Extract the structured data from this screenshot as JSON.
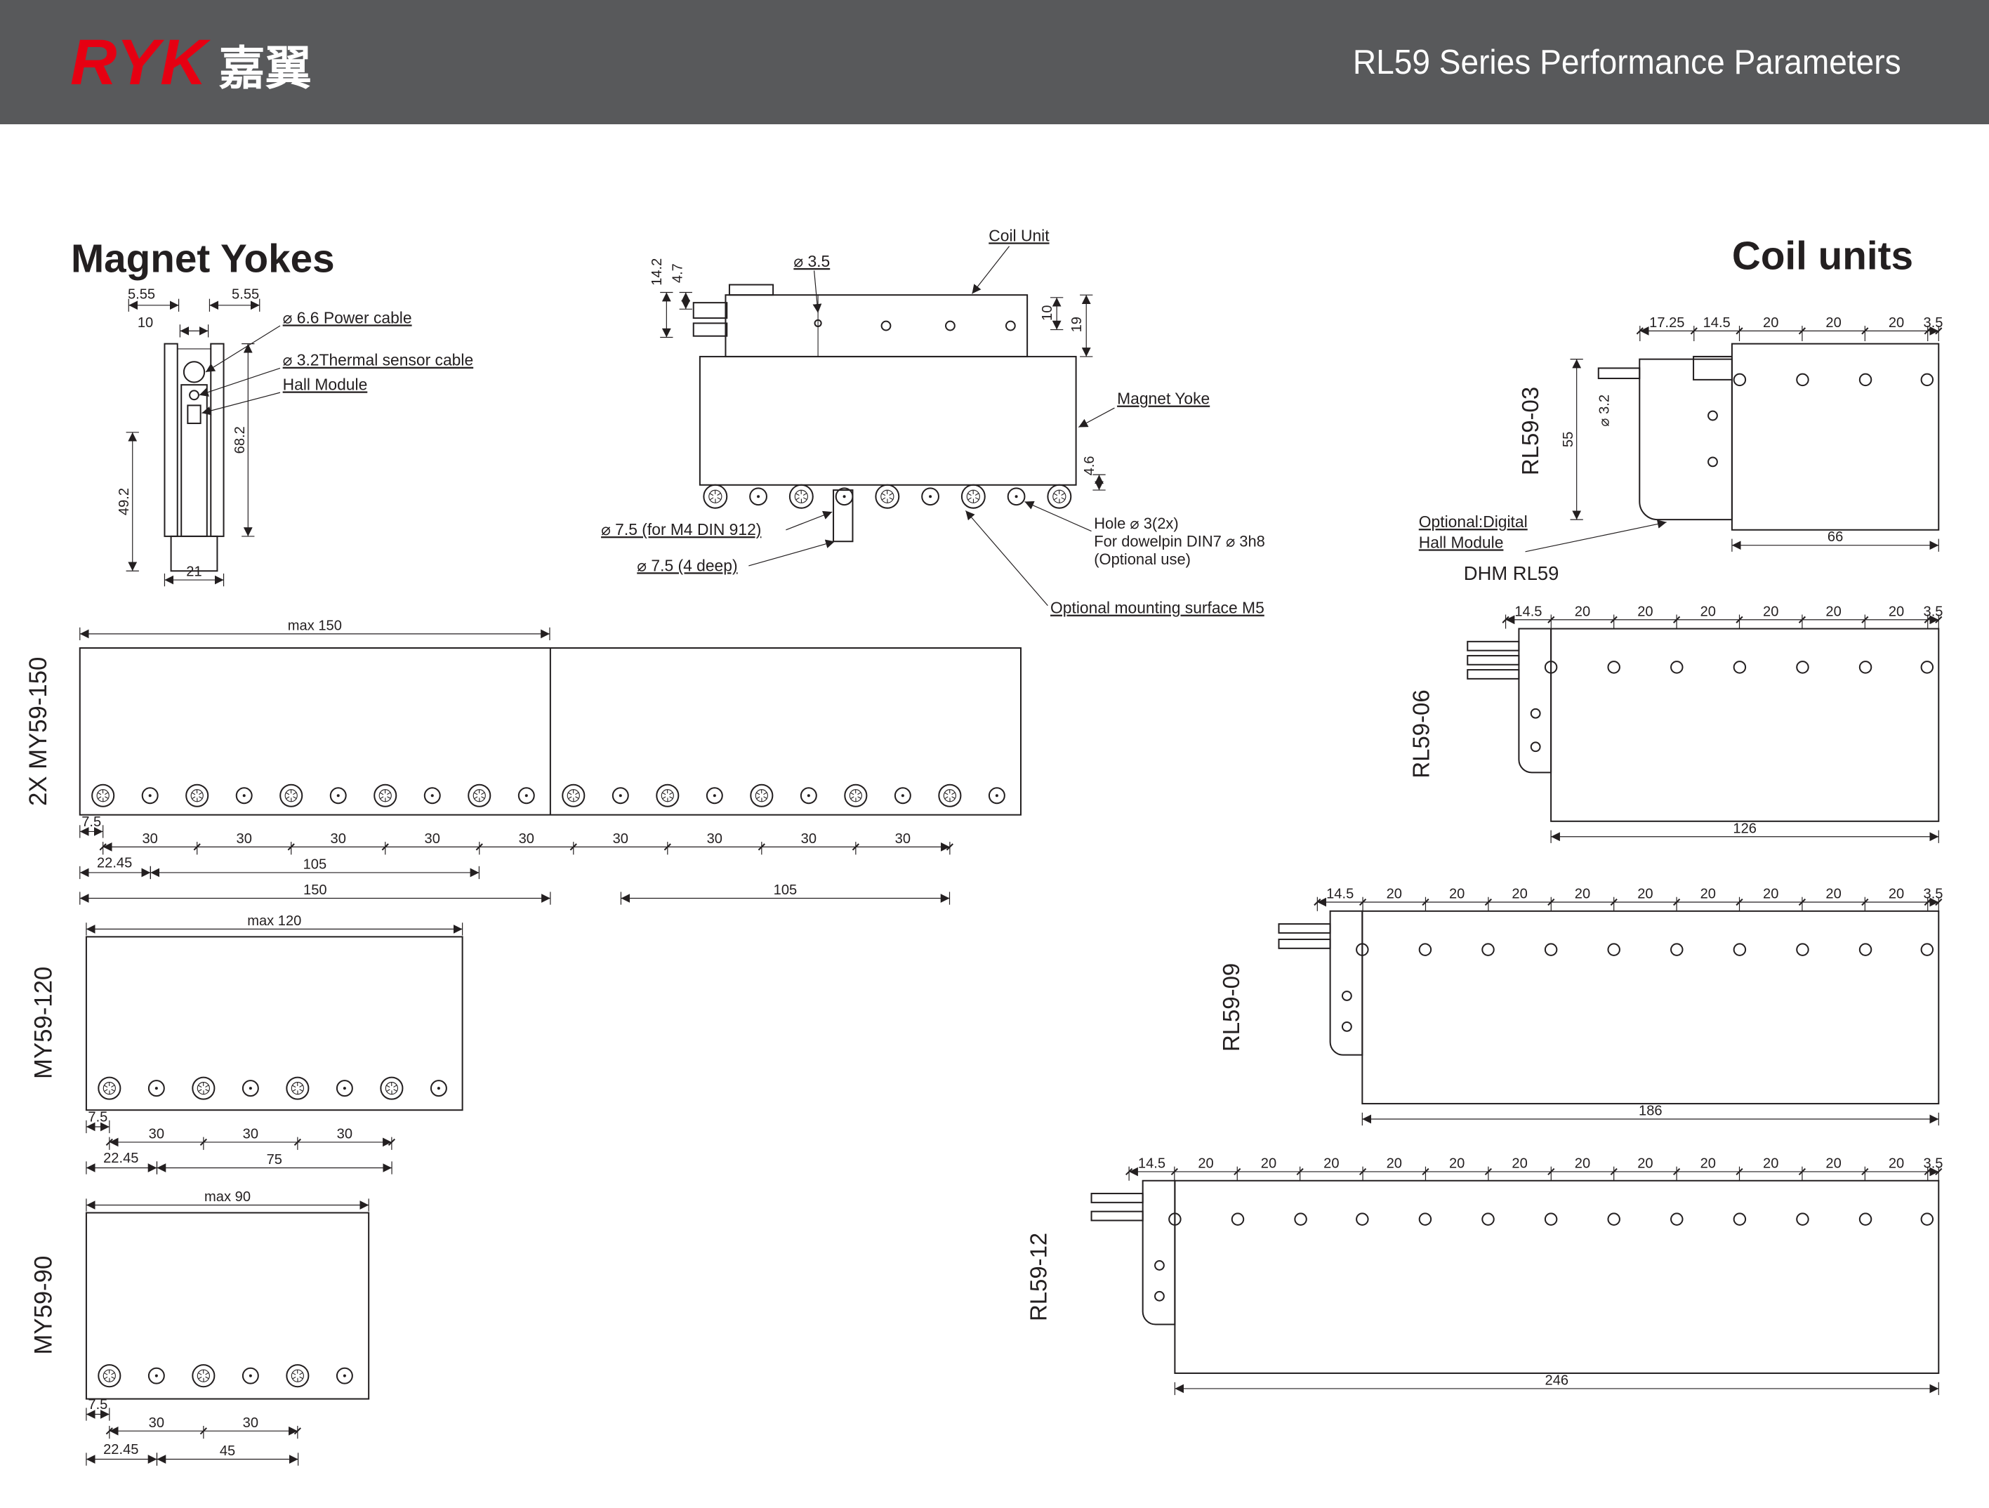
{
  "colors": {
    "header_bg": "#58595b",
    "logo_red": "#e60012",
    "line": "#231f20",
    "page_bg": "#ffffff"
  },
  "header": {
    "logo_latin": "RYK",
    "logo_cjk": "嘉翼",
    "title": "RL59 Series Performance Parameters"
  },
  "sections": {
    "magnet_yokes": "Magnet Yokes",
    "coil_units": "Coil units"
  },
  "yoke_section": {
    "dim_left_555": "5.55",
    "dim_right_555": "5.55",
    "dim_10": "10",
    "label_power": "⌀ 6.6 Power cable",
    "label_thermal": "⌀ 3.2Thermal sensor cable",
    "label_hall": "Hall Module",
    "dim_682": "68.2",
    "dim_492": "49.2",
    "dim_21": "21"
  },
  "assembly": {
    "label_coil_unit": "Coil Unit",
    "label_magnet_yoke": "Magnet Yoke",
    "dim_142": "14.2",
    "dim_47": "4.7",
    "dim_d35": "⌀ 3.5",
    "dim_10": "10",
    "dim_19": "19",
    "dim_46": "4.6",
    "label_m4": "⌀ 7.5  (for M4 DIN 912)",
    "label_4deep": "⌀ 7.5  (4 deep)",
    "label_hole_1": "Hole ⌀ 3(2x)",
    "label_hole_2": "For dowelpin DIN7 ⌀ 3h8",
    "label_hole_3": "(Optional use)",
    "label_mounting": "Optional mounting surface M5"
  },
  "magnet_yokes": {
    "my150": {
      "name": "2X MY59-150",
      "max": "max 150",
      "d75": "7.5",
      "pitch": [
        "30",
        "30",
        "30",
        "30",
        "30",
        "30",
        "30",
        "30",
        "30"
      ],
      "d2245": "22.45",
      "d105a": "105",
      "d150": "150",
      "d105b": "105"
    },
    "my120": {
      "name": "MY59-120",
      "max": "max 120",
      "d75": "7.5",
      "pitch": [
        "30",
        "30",
        "30"
      ],
      "d2245": "22.45",
      "d75b": "75"
    },
    "my90": {
      "name": "MY59-90",
      "max": "max 90",
      "d75": "7.5",
      "pitch": [
        "30",
        "30"
      ],
      "d2245": "22.45",
      "d45": "45"
    }
  },
  "coil_units": {
    "rl59_03": {
      "name": "RL59-03",
      "top_dims": [
        "17.25",
        "14.5",
        "20",
        "20",
        "20",
        "3.5"
      ],
      "d55": "55",
      "d32": "⌀ 3.2",
      "d66": "66",
      "hall_1": "Optional:Digital",
      "hall_2": "Hall Module",
      "dhm": "DHM RL59"
    },
    "rl59_06": {
      "name": "RL59-06",
      "top_dims": [
        "14.5",
        "20",
        "20",
        "20",
        "20",
        "20",
        "20",
        "3.5"
      ],
      "length": "126"
    },
    "rl59_09": {
      "name": "RL59-09",
      "top_dims": [
        "14.5",
        "20",
        "20",
        "20",
        "20",
        "20",
        "20",
        "20",
        "20",
        "20",
        "3.5"
      ],
      "length": "186"
    },
    "rl59_12": {
      "name": "RL59-12",
      "top_dims": [
        "14.5",
        "20",
        "20",
        "20",
        "20",
        "20",
        "20",
        "20",
        "20",
        "20",
        "20",
        "20",
        "20",
        "3.5"
      ],
      "length": "246"
    }
  }
}
